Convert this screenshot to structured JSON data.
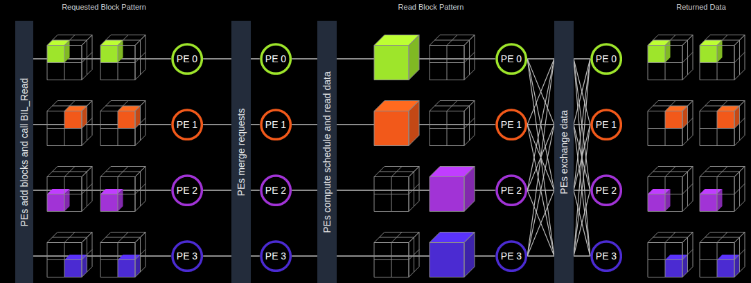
{
  "diagram": {
    "nodes": [
      {
        "text": [
          "PEs add blocks and call BIL_Read"
        ]
      },
      {
        "text": [
          "PE 0"
        ]
      },
      {
        "text": [
          "PE 1"
        ]
      },
      {
        "text": [
          "PE 2"
        ]
      },
      {
        "text": [
          "PE 3"
        ]
      },
      {
        "text": [
          "PEs merge requests"
        ]
      },
      {
        "text": [
          "PE 0"
        ]
      },
      {
        "text": [
          "PE 1"
        ]
      },
      {
        "text": [
          "PE 2"
        ]
      },
      {
        "text": [
          "PE 3"
        ]
      },
      {
        "text": [
          "PEs compute schedule and read data"
        ]
      },
      {
        "text": [
          "PE 0"
        ]
      },
      {
        "text": [
          "PE 1"
        ]
      },
      {
        "text": [
          "PE 2"
        ]
      },
      {
        "text": [
          "PE 3"
        ]
      },
      {
        "text": [
          "PEs exchange data"
        ]
      },
      {
        "text": [
          "PE 0"
        ]
      },
      {
        "text": [
          "PE 1"
        ]
      },
      {
        "text": [
          "PE 2"
        ]
      },
      {
        "text": [
          "PE 3"
        ]
      }
    ],
    "edges": [
      {
        "from": 0,
        "to": 1,
        "arrow": "none"
      },
      {
        "from": 0,
        "to": 2,
        "arrow": "none"
      },
      {
        "from": 0,
        "to": 3,
        "arrow": "none"
      },
      {
        "from": 0,
        "to": 4,
        "arrow": "none"
      },
      {
        "from": 1,
        "to": 5,
        "arrow": "none"
      },
      {
        "from": 2,
        "to": 5,
        "arrow": "none"
      },
      {
        "from": 3,
        "to": 5,
        "arrow": "none"
      },
      {
        "from": 4,
        "to": 5,
        "arrow": "none"
      },
      {
        "from": 5,
        "to": 6,
        "arrow": "none"
      },
      {
        "from": 5,
        "to": 7,
        "arrow": "none"
      },
      {
        "from": 5,
        "to": 8,
        "arrow": "none"
      },
      {
        "from": 5,
        "to": 9,
        "arrow": "none"
      },
      {
        "from": 6,
        "to": 10,
        "arrow": "none"
      },
      {
        "from": 7,
        "to": 10,
        "arrow": "none"
      },
      {
        "from": 8,
        "to": 10,
        "arrow": "none"
      },
      {
        "from": 9,
        "to": 10,
        "arrow": "none"
      },
      {
        "from": 10,
        "to": 11,
        "arrow": "none"
      },
      {
        "from": 10,
        "to": 12,
        "arrow": "none"
      },
      {
        "from": 10,
        "to": 13,
        "arrow": "none"
      },
      {
        "from": 10,
        "to": 14,
        "arrow": "none"
      },
      {
        "from": 11,
        "to": 15,
        "arrow": "none"
      },
      {
        "from": 12,
        "to": 15,
        "arrow": "none"
      },
      {
        "from": 13,
        "to": 15,
        "arrow": "none"
      },
      {
        "from": 14,
        "to": 15,
        "arrow": "none"
      },
      {
        "from": 15,
        "to": 16,
        "arrow": "none"
      },
      {
        "from": 15,
        "to": 17,
        "arrow": "none"
      },
      {
        "from": 15,
        "to": 18,
        "arrow": "none"
      },
      {
        "from": 15,
        "to": 19,
        "arrow": "none"
      }
    ],
    "labels": [
      "Requested Block Pattern",
      "Read Block Pattern",
      "Returned Data"
    ]
  }
}
